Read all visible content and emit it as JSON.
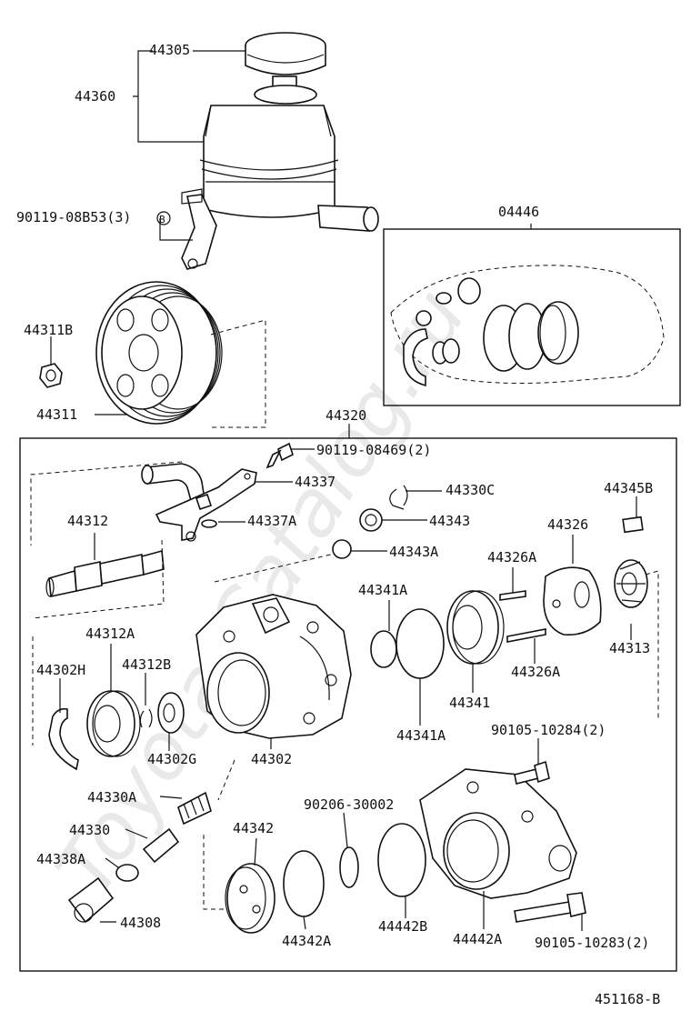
{
  "diagram_id": "451168-B",
  "watermark": "Toyota-Catalog.ru",
  "group_labels": {
    "kit": "04446",
    "pump_assy": "44320"
  },
  "parts": {
    "p44305": "44305",
    "p44360": "44360",
    "p90119_08B53": "90119-08B53(3)",
    "ref_B": "B",
    "p44311B": "44311B",
    "p44311": "44311",
    "p90119_08469": "90119-08469(2)",
    "p44337": "44337",
    "p44337A": "44337A",
    "p44330C": "44330C",
    "p44343": "44343",
    "p44345B": "44345B",
    "p44312": "44312",
    "p44326": "44326",
    "p44343A": "44343A",
    "p44326A_top": "44326A",
    "p44341A": "44341A",
    "p44313": "44313",
    "p44312A": "44312A",
    "p44302H": "44302H",
    "p44312B": "44312B",
    "p44326A_bot": "44326A",
    "p44341": "44341",
    "p44302G": "44302G",
    "p44302": "44302",
    "p44341A_bot": "44341A",
    "p90105_10284": "90105-10284(2)",
    "p44330A": "44330A",
    "p90206_30002": "90206-30002",
    "p44342": "44342",
    "p44330": "44330",
    "p44338A": "44338A",
    "p44308": "44308",
    "p44342A": "44342A",
    "p44442B": "44442B",
    "p44442A": "44442A",
    "p90105_10283": "90105-10283(2)"
  }
}
